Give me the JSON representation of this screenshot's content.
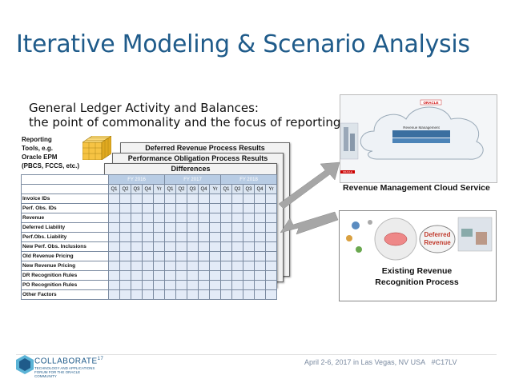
{
  "slide": {
    "title": "Iterative Modeling & Scenario Analysis",
    "gl_title_line1": "General Ledger Activity and Balances:",
    "gl_title_line2": "the point of commonality and the focus of reporting",
    "reporting_tools": [
      "Reporting",
      "Tools, e.g.",
      "Oracle EPM",
      "(PBCS, FCCS, etc.)"
    ],
    "sheets": {
      "deferred": "Deferred Revenue Process Results",
      "performance": "Performance Obligation Process Results",
      "differences": "Differences"
    },
    "years": [
      "FY 2016",
      "FY 2017",
      "FY 2018"
    ],
    "quarters": [
      "Q1",
      "Q2",
      "Q3",
      "Q4",
      "Yr"
    ],
    "rows": [
      "Invoice IDs",
      "Perf. Obs. IDs",
      "Revenue",
      "Deferred Liability",
      "Perf.Obs. Liability",
      "New Perf. Obs. Inclusions",
      "Old Revenue Pricing",
      "New Revenue Pricing",
      "DR Recognition Rules",
      "PO Recognition Rules",
      "Other Factors"
    ],
    "cloud_label": "Revenue Management Cloud Service",
    "cloud_inner": {
      "brand": "ORACLE",
      "module": "Revenue Management",
      "brand_small": "ORACLE"
    },
    "existing_label_line1": "Existing Revenue",
    "existing_label_line2": "Recognition Process",
    "deferred_badge_line1": "Deferred",
    "deferred_badge_line2": "Revenue"
  },
  "footer": {
    "logo": "COLLABORATE",
    "logo_sup": "17",
    "logo_sub": "TECHNOLOGY AND APPLICATIONS FORUM FOR THE ORACLE COMMUNITY",
    "event": "April 2-6, 2017 in Las Vegas, NV USA",
    "hashtag": "#C17LV"
  },
  "colors": {
    "title": "#1f5b8a",
    "cube": "#f6c343",
    "grid_fill": "#dbe5f1",
    "arrow": "#9a9a9a"
  }
}
